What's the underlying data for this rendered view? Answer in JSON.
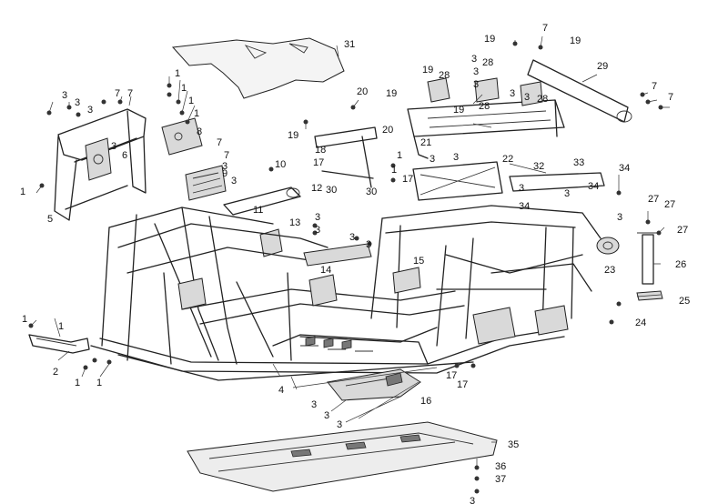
{
  "diagram": {
    "callouts": [
      {
        "id": "c31",
        "label": "31"
      },
      {
        "id": "c1a",
        "label": "1"
      },
      {
        "id": "c1b",
        "label": "1"
      },
      {
        "id": "c1c",
        "label": "1"
      },
      {
        "id": "c1d",
        "label": "1"
      },
      {
        "id": "c1e",
        "label": "1"
      },
      {
        "id": "c1f",
        "label": "1"
      },
      {
        "id": "c1g",
        "label": "1"
      },
      {
        "id": "c1h",
        "label": "1"
      },
      {
        "id": "c1i",
        "label": "1"
      },
      {
        "id": "c1j",
        "label": "1"
      },
      {
        "id": "c1k",
        "label": "1"
      },
      {
        "id": "c3a",
        "label": "3"
      },
      {
        "id": "c3b",
        "label": "3"
      },
      {
        "id": "c3c",
        "label": "3"
      },
      {
        "id": "c3d",
        "label": "3"
      },
      {
        "id": "c3e",
        "label": "3"
      },
      {
        "id": "c3f",
        "label": "3"
      },
      {
        "id": "c3g",
        "label": "3"
      },
      {
        "id": "c3h",
        "label": "3"
      },
      {
        "id": "c3i",
        "label": "3"
      },
      {
        "id": "c3j",
        "label": "3"
      },
      {
        "id": "c3k",
        "label": "3"
      },
      {
        "id": "c3l",
        "label": "3"
      },
      {
        "id": "c3m",
        "label": "3"
      },
      {
        "id": "c3n",
        "label": "3"
      },
      {
        "id": "c3o",
        "label": "3"
      },
      {
        "id": "c3p",
        "label": "3"
      },
      {
        "id": "c3q",
        "label": "3"
      },
      {
        "id": "c3r",
        "label": "3"
      },
      {
        "id": "c3s",
        "label": "3"
      },
      {
        "id": "c3t",
        "label": "3"
      },
      {
        "id": "c3u",
        "label": "3"
      },
      {
        "id": "c3v",
        "label": "3"
      },
      {
        "id": "c3w",
        "label": "3"
      },
      {
        "id": "c3x",
        "label": "3"
      },
      {
        "id": "c7a",
        "label": "7"
      },
      {
        "id": "c7b",
        "label": "7"
      },
      {
        "id": "c7c",
        "label": "7"
      },
      {
        "id": "c7d",
        "label": "7"
      },
      {
        "id": "c7e",
        "label": "7"
      },
      {
        "id": "c7f",
        "label": "7"
      },
      {
        "id": "c7g",
        "label": "7"
      },
      {
        "id": "c6",
        "label": "6"
      },
      {
        "id": "c8",
        "label": "8"
      },
      {
        "id": "c9",
        "label": "9"
      },
      {
        "id": "c10",
        "label": "10"
      },
      {
        "id": "c11",
        "label": "11"
      },
      {
        "id": "c12",
        "label": "12"
      },
      {
        "id": "c13",
        "label": "13"
      },
      {
        "id": "c5",
        "label": "5"
      },
      {
        "id": "c2",
        "label": "2"
      },
      {
        "id": "c4",
        "label": "4"
      },
      {
        "id": "c14",
        "label": "14"
      },
      {
        "id": "c15",
        "label": "15"
      },
      {
        "id": "c16",
        "label": "16"
      },
      {
        "id": "c17a",
        "label": "17"
      },
      {
        "id": "c17b",
        "label": "17"
      },
      {
        "id": "c17c",
        "label": "17"
      },
      {
        "id": "c17d",
        "label": "17"
      },
      {
        "id": "c18",
        "label": "18"
      },
      {
        "id": "c19a",
        "label": "19"
      },
      {
        "id": "c19b",
        "label": "19"
      },
      {
        "id": "c19c",
        "label": "19"
      },
      {
        "id": "c19d",
        "label": "19"
      },
      {
        "id": "c19e",
        "label": "19"
      },
      {
        "id": "c19f",
        "label": "19"
      },
      {
        "id": "c20a",
        "label": "20"
      },
      {
        "id": "c20b",
        "label": "20"
      },
      {
        "id": "c21",
        "label": "21"
      },
      {
        "id": "c22",
        "label": "22"
      },
      {
        "id": "c23",
        "label": "23"
      },
      {
        "id": "c24",
        "label": "24"
      },
      {
        "id": "c25",
        "label": "25"
      },
      {
        "id": "c26",
        "label": "26"
      },
      {
        "id": "c27a",
        "label": "27"
      },
      {
        "id": "c27b",
        "label": "27"
      },
      {
        "id": "c27c",
        "label": "27"
      },
      {
        "id": "c28a",
        "label": "28"
      },
      {
        "id": "c28b",
        "label": "28"
      },
      {
        "id": "c28c",
        "label": "28"
      },
      {
        "id": "c28d",
        "label": "28"
      },
      {
        "id": "c29",
        "label": "29"
      },
      {
        "id": "c30a",
        "label": "30"
      },
      {
        "id": "c30b",
        "label": "30"
      },
      {
        "id": "c32",
        "label": "32"
      },
      {
        "id": "c33",
        "label": "33"
      },
      {
        "id": "c34a",
        "label": "34"
      },
      {
        "id": "c34b",
        "label": "34"
      },
      {
        "id": "c34c",
        "label": "34"
      },
      {
        "id": "c35",
        "label": "35"
      },
      {
        "id": "c36",
        "label": "36"
      },
      {
        "id": "c37",
        "label": "37"
      }
    ]
  }
}
